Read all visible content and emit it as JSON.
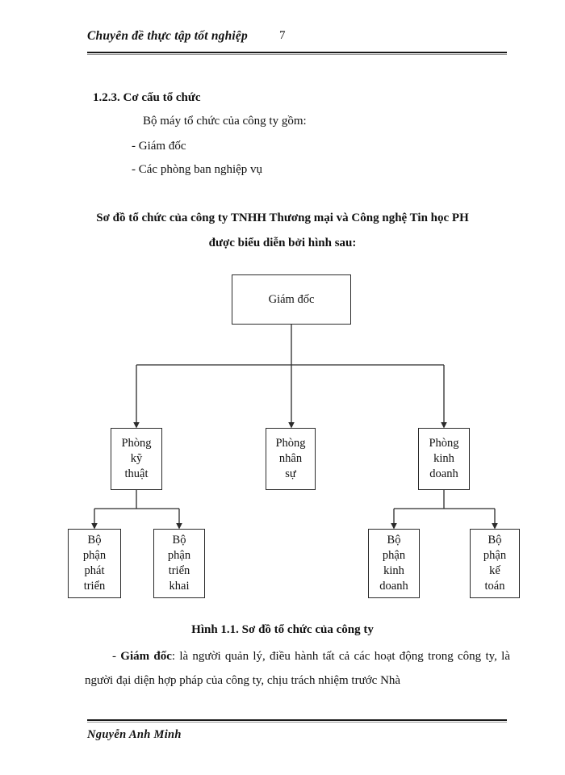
{
  "document": {
    "header": {
      "title": "Chuyên  đề thực tập tốt nghiệp",
      "page_number": "7"
    },
    "footer": {
      "author": "Nguyễn Anh Minh"
    },
    "section": {
      "heading": "1.2.3. Cơ cấu tổ chức",
      "lead": "Bộ máy tổ chức của công ty gồm:",
      "bullets": [
        "- Giám đốc",
        "- Các phòng ban nghiệp vụ"
      ]
    },
    "figure_intro": {
      "line1": "Sơ đồ tổ chức của công ty TNHH Thương mại và Công nghệ Tin học PH",
      "line2": "được biểu diễn bởi hình sau:"
    },
    "figure_caption": "Hình 1.1. Sơ đồ tổ chức của công ty",
    "paragraph": {
      "dash": "-",
      "term": "Giám đốc",
      "text": ": là người quản lý, điều hành tất cả các hoạt động trong công ty, là người đại diện hợp pháp của công ty, chịu trách nhiệm trước Nhà"
    }
  },
  "chart_data": {
    "type": "diagram",
    "title": "Hình 1.1. Sơ đồ tổ chức của công ty",
    "orientation": "top-down",
    "nodes": [
      {
        "id": "root",
        "label": "Giám đốc",
        "level": 0,
        "parent": null
      },
      {
        "id": "ky-thuat",
        "label": "Phòng\nkỹ\nthuật",
        "level": 1,
        "parent": "root"
      },
      {
        "id": "nhan-su",
        "label": "Phòng\nnhân\nsự",
        "level": 1,
        "parent": "root"
      },
      {
        "id": "kinh-doanh",
        "label": "Phòng\nkinh\ndoanh",
        "level": 1,
        "parent": "root"
      },
      {
        "id": "phat-trien",
        "label": "Bộ\nphận\nphát\ntriển",
        "level": 2,
        "parent": "ky-thuat"
      },
      {
        "id": "trien-khai",
        "label": "Bộ\nphận\ntriển\nkhai",
        "level": 2,
        "parent": "ky-thuat"
      },
      {
        "id": "bp-kinh-doanh",
        "label": "Bộ\nphận\nkinh\ndoanh",
        "level": 2,
        "parent": "kinh-doanh"
      },
      {
        "id": "ke-toan",
        "label": "Bộ\nphận\nkế\ntoán",
        "level": 2,
        "parent": "kinh-doanh"
      }
    ],
    "edges": [
      {
        "from": "root",
        "to": "ky-thuat",
        "arrow": true
      },
      {
        "from": "root",
        "to": "nhan-su",
        "arrow": true
      },
      {
        "from": "root",
        "to": "kinh-doanh",
        "arrow": true
      },
      {
        "from": "ky-thuat",
        "to": "phat-trien",
        "arrow": true
      },
      {
        "from": "ky-thuat",
        "to": "trien-khai",
        "arrow": true
      },
      {
        "from": "kinh-doanh",
        "to": "bp-kinh-doanh",
        "arrow": true
      },
      {
        "from": "kinh-doanh",
        "to": "ke-toan",
        "arrow": true
      }
    ],
    "colors": {
      "line": "#2b2b2b",
      "box_fill": "#ffffff",
      "text": "#111111"
    }
  }
}
